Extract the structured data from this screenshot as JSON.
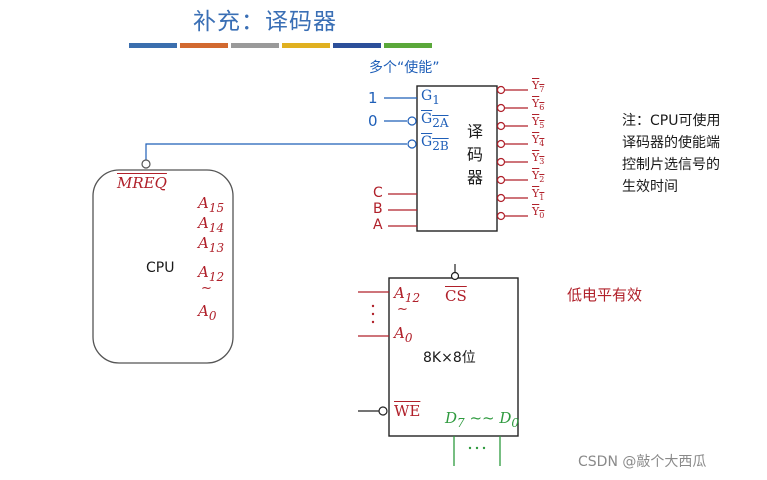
{
  "title": "补充：译码器",
  "title_stripes": [
    "#3b6fae",
    "#d2692f",
    "#9a9a9a",
    "#e0b020",
    "#2c4f9a",
    "#5aa83a"
  ],
  "enable_label": "多个“使能”",
  "decoder": {
    "name_chars": [
      "译",
      "码",
      "器"
    ],
    "enable_inputs": [
      {
        "pin": "G",
        "sub": "1",
        "value": "1",
        "inverted": false
      },
      {
        "pin": "G",
        "sub": "2A",
        "value": "0",
        "inverted": true
      },
      {
        "pin": "G",
        "sub": "2B",
        "value": "",
        "inverted": true
      }
    ],
    "address_inputs": [
      "C",
      "B",
      "A"
    ],
    "outputs": [
      {
        "pin": "Y",
        "sub": "7"
      },
      {
        "pin": "Y",
        "sub": "6"
      },
      {
        "pin": "Y",
        "sub": "5"
      },
      {
        "pin": "Y",
        "sub": "4"
      },
      {
        "pin": "Y",
        "sub": "3"
      },
      {
        "pin": "Y",
        "sub": "2"
      },
      {
        "pin": "Y",
        "sub": "1"
      },
      {
        "pin": "Y",
        "sub": "0"
      }
    ]
  },
  "note_lines": [
    "注：CPU可使用",
    "译码器的使能端",
    "控制片选信号的",
    "生效时间"
  ],
  "cpu": {
    "label": "CPU",
    "mreq": "MREQ",
    "address_lines": [
      {
        "pin": "A",
        "sub": "15"
      },
      {
        "pin": "A",
        "sub": "14"
      },
      {
        "pin": "A",
        "sub": "13"
      },
      {
        "pin": "A",
        "sub": "12"
      },
      {
        "pin": "A",
        "sub": "0"
      }
    ],
    "range_sign": "~"
  },
  "memory": {
    "label": "8K×8位",
    "cs": "CS",
    "we": "WE",
    "addr_high": {
      "pin": "A",
      "sub": "12"
    },
    "addr_low": {
      "pin": "A",
      "sub": "0"
    },
    "data_high": {
      "pin": "D",
      "sub": "7"
    },
    "data_low": {
      "pin": "D",
      "sub": "0"
    },
    "range_sign": "~",
    "data_sep": "~~"
  },
  "low_level_note": "低电平有效",
  "watermark": "CSDN @敲个大西瓜"
}
